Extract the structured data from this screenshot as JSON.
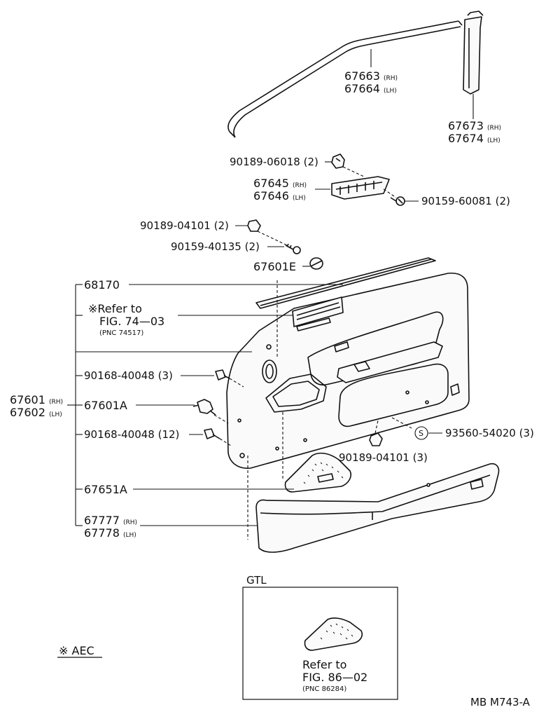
{
  "labels": {
    "p67663": "67663",
    "p67664": "67664",
    "p67673": "67673",
    "p67674": "67674",
    "p90189_06018": "90189-06018 (2)",
    "p67645": "67645",
    "p67646": "67646",
    "p90159_60081": "90159-60081 (2)",
    "p90189_04101_top": "90189-04101 (2)",
    "p90159_40135": "90159-40135 (2)",
    "p67601E": "67601E",
    "p68170": "68170",
    "refer_to": "※Refer to",
    "fig_7403": "FIG. 74—03",
    "pnc_74517": "(PNC 74517)",
    "p90168_40048_3": "90168-40048 (3)",
    "p67601": "67601",
    "p67602": "67602",
    "p67601A": "67601A",
    "p90168_40048_12": "90168-40048 (12)",
    "p93560_54020": "93560-54020 (3)",
    "s_mark": "S",
    "p90189_04101_bot": "90189-04101 (3)",
    "p67651A": "67651A",
    "p67777": "67777",
    "p67778": "67778",
    "gtl": "GTL",
    "refer_to2": "Refer to",
    "fig_8602": "FIG. 86—02",
    "pnc_86284": "(PNC 86284)",
    "aec_note": "※ AEC",
    "drawing_code": "MB M743-A"
  },
  "suffix": {
    "rh": "(RH)",
    "lh": "(LH)"
  }
}
